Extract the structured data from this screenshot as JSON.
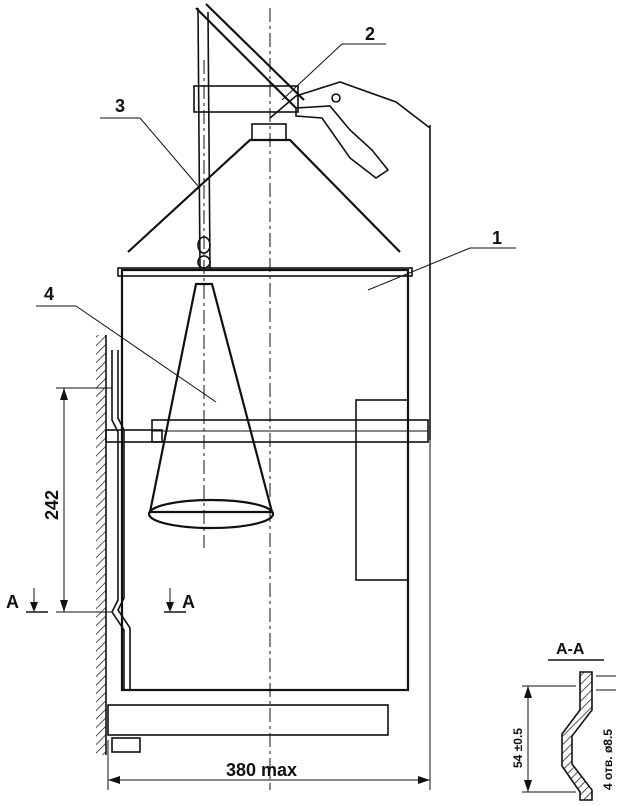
{
  "labels": {
    "body": "1",
    "valve": "2",
    "hose": "3",
    "horn": "4"
  },
  "dimensions": {
    "mount_height": "242",
    "max_width": "380 max",
    "section_height": "54 ±0.5",
    "holes": "4 отв. ø8.5"
  },
  "section": {
    "marker_left": "A",
    "marker_right": "A",
    "title": "A-A"
  }
}
